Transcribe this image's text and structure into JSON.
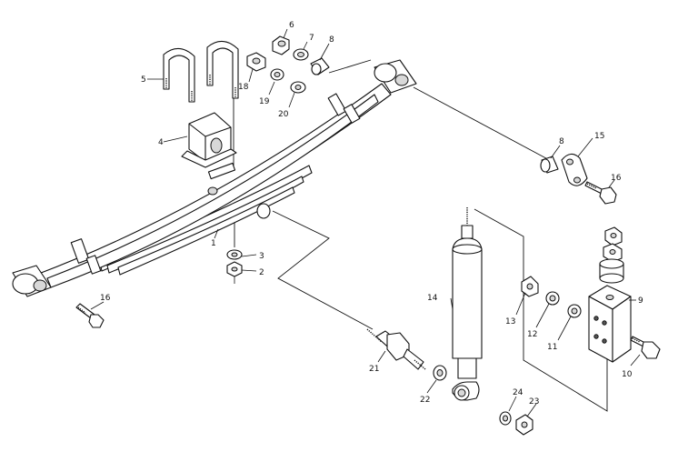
{
  "callouts": {
    "c1": "1",
    "c2": "2",
    "c3": "3",
    "c4": "4",
    "c5": "5",
    "c6": "6",
    "c7": "7",
    "c8a": "8",
    "c8b": "8",
    "c9": "9",
    "c10": "10",
    "c11": "11",
    "c12": "12",
    "c13": "13",
    "c14": "14",
    "c15": "15",
    "c16a": "16",
    "c16b": "16",
    "c18": "18",
    "c19": "19",
    "c20": "20",
    "c21": "21",
    "c22": "22",
    "c23": "23",
    "c24": "24"
  }
}
